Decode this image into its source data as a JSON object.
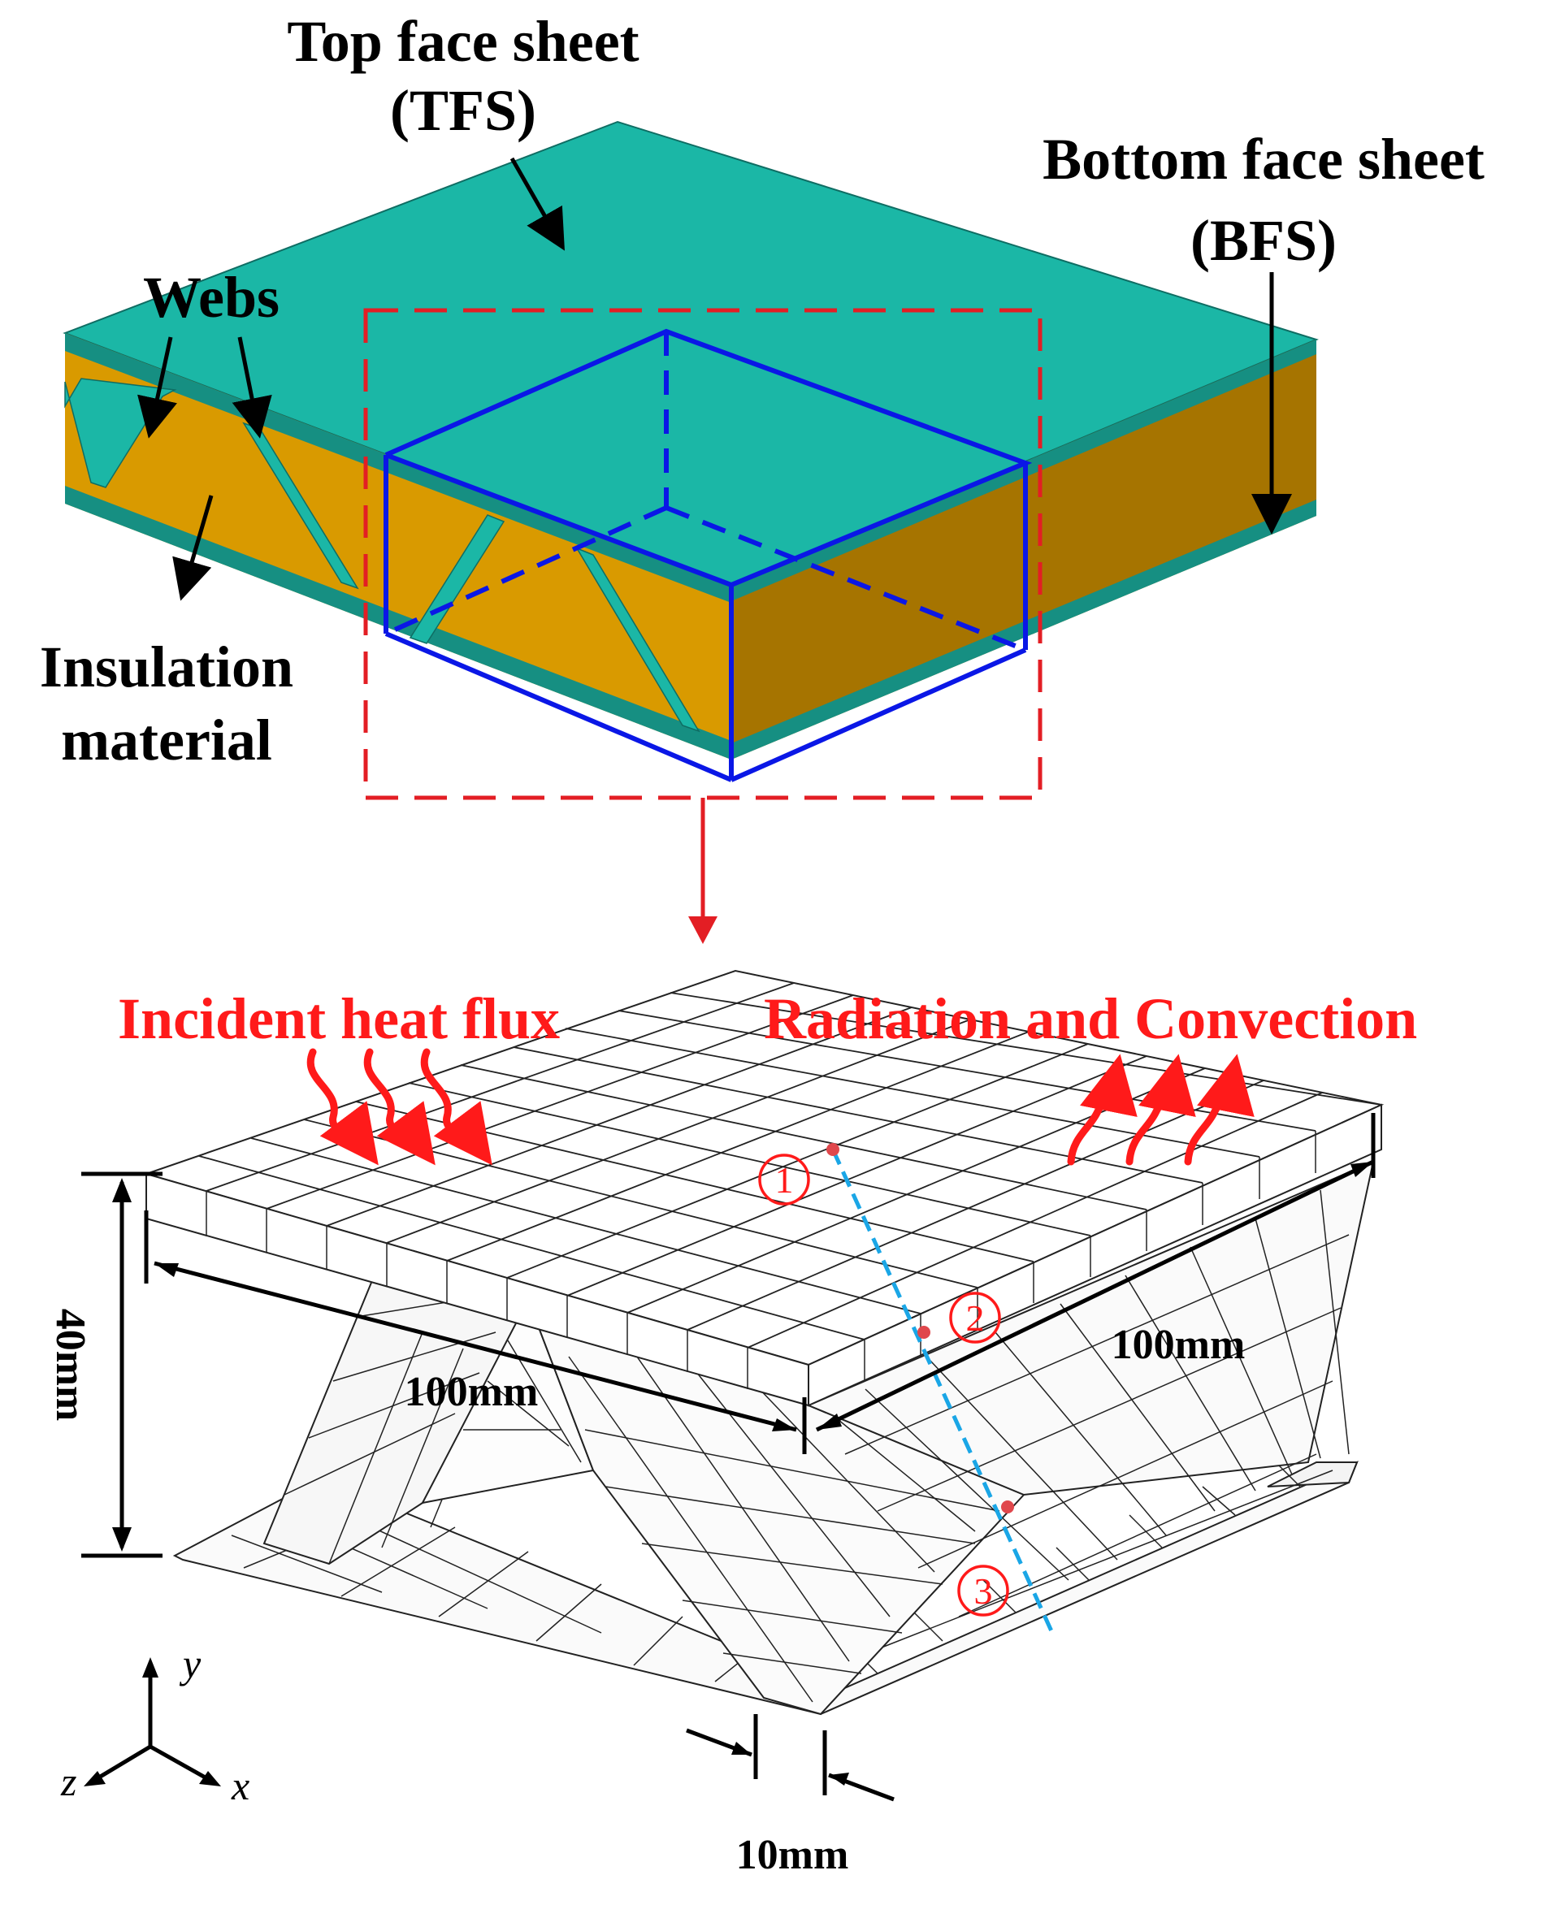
{
  "colors": {
    "face_sheet_top": "#1bb7a6",
    "face_sheet_edge": "#168f82",
    "insulation": "#d99a00",
    "insulation_dark": "#a67400",
    "highlight_box": "#0a17e6",
    "detail_frame": "#e31e24",
    "red_annotation": "#ff1a1a",
    "probe_line": "#1aa6e6",
    "probe_point": "#e0474c",
    "mesh_line": "#222222"
  },
  "labels": {
    "top_face_sheet_line1": "Top face sheet",
    "top_face_sheet_line2": "(TFS)",
    "bottom_face_sheet_line1": "Bottom face sheet",
    "bottom_face_sheet_line2": "(BFS)",
    "webs": "Webs",
    "insulation_line1": "Insulation",
    "insulation_line2": "material",
    "incident_heat_flux": "Incident heat flux",
    "radiation_convection": "Radiation and Convection"
  },
  "dimensions": {
    "height": "40mm",
    "length_x": "100mm",
    "length_z": "100mm",
    "thickness": "10mm"
  },
  "probe_points": [
    "①",
    "②",
    "③"
  ],
  "axes": {
    "y": "y",
    "x": "x",
    "z": "z"
  }
}
